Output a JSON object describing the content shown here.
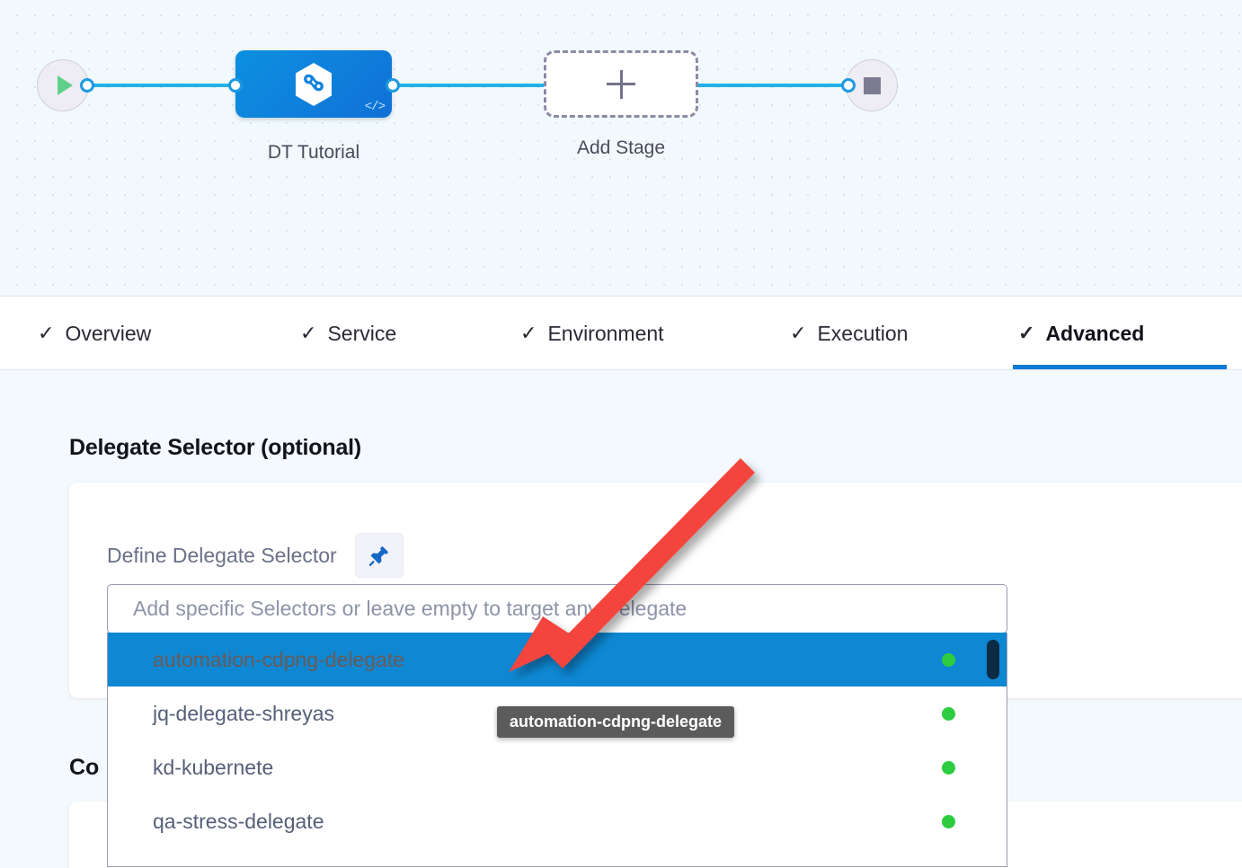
{
  "canvas": {
    "start_node": {
      "name": "pipeline-start",
      "icon": "play-icon"
    },
    "end_node": {
      "name": "pipeline-end",
      "icon": "stop-square-icon"
    },
    "stage": {
      "label": "DT Tutorial",
      "icon": "harness-hexagon-icon",
      "badge_icon": "code-brackets-icon",
      "color": "#0f83dd"
    },
    "add_stage": {
      "label": "Add Stage",
      "icon": "plus-icon"
    }
  },
  "tabs": [
    {
      "label": "Overview",
      "check": "✓",
      "active": false
    },
    {
      "label": "Service",
      "check": "✓",
      "active": false
    },
    {
      "label": "Environment",
      "check": "✓",
      "active": false
    },
    {
      "label": "Execution",
      "check": "✓",
      "active": false
    },
    {
      "label": "Advanced",
      "check": "✓",
      "active": true
    }
  ],
  "content": {
    "section_title": "Delegate Selector (optional)",
    "define_label": "Define Delegate Selector",
    "pin_icon": "pushpin-icon",
    "section_title_2": "Co",
    "dropdown": {
      "placeholder": "Add specific Selectors or leave empty to target any Delegate",
      "value": "",
      "options": [
        {
          "label": "automation-cdpng-delegate",
          "status": "connected",
          "selected": true
        },
        {
          "label": "jq-delegate-shreyas",
          "status": "connected",
          "selected": false
        },
        {
          "label": "kd-kubernete",
          "status": "connected",
          "selected": false
        },
        {
          "label": "qa-stress-delegate",
          "status": "connected",
          "selected": false
        }
      ],
      "status_color": "#2ecc40",
      "highlight_color": "#0e88d3"
    },
    "tooltip": "automation-cdpng-delegate"
  },
  "annotation": {
    "arrow_color": "#f3453c",
    "points_to": "automation-cdpng-delegate"
  }
}
